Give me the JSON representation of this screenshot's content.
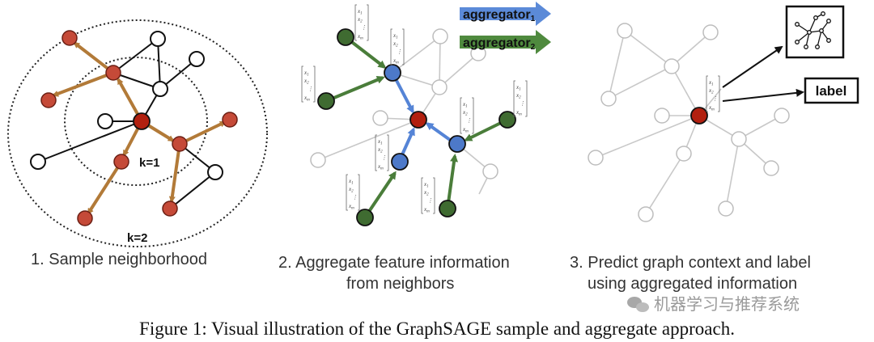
{
  "panel1": {
    "k1_label": "k=1",
    "k2_label": "k=2",
    "caption": "1. Sample neighborhood"
  },
  "panel2": {
    "aggregator1": "aggregator",
    "aggregator1_sub": "1",
    "aggregator2": "aggregator",
    "aggregator2_sub": "2",
    "caption_line1": "2. Aggregate feature information",
    "caption_line2": "from neighbors"
  },
  "panel3": {
    "label_box": "label",
    "caption_line1": "3. Predict graph context and label",
    "caption_line2": "using aggregated information"
  },
  "feature_vector": {
    "x1": "x",
    "x1_sub": "1",
    "x2": "x",
    "x2_sub": "2",
    "xm": "x",
    "xm_sub": "m"
  },
  "figure_caption": "Figure 1: Visual illustration of the GraphSAGE sample and aggregate approach.",
  "watermark": "机器学习与推荐系统",
  "colors": {
    "sampled_node": "#c54a38",
    "target_node": "#b2200f",
    "hop2_node": "#3f6b31",
    "hop1_node": "#4d79c9",
    "aggregator1_arrow": "#5b8ad8",
    "aggregator2_arrow": "#4f8a3e"
  }
}
